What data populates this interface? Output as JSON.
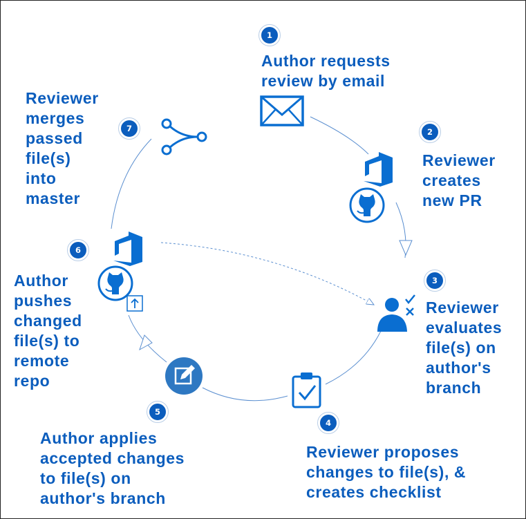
{
  "steps": [
    {
      "number": "1",
      "label": "Author requests\nreview by email",
      "icon": "envelope-icon"
    },
    {
      "number": "2",
      "label": "Reviewer\ncreates\nnew PR",
      "icon": "azure-devops-and-github-icons"
    },
    {
      "number": "3",
      "label": "Reviewer\nevaluates\nfile(s) on\nauthor's\nbranch",
      "icon": "reviewer-person-check-x-icon"
    },
    {
      "number": "4",
      "label": "Reviewer proposes\nchanges to file(s), &\ncreates checklist",
      "icon": "clipboard-check-icon"
    },
    {
      "number": "5",
      "label": "Author applies\naccepted changes\nto file(s) on\nauthor's branch",
      "icon": "edit-icon"
    },
    {
      "number": "6",
      "label": "Author\npushes\nchanged\nfile(s) to\nremote\nrepo",
      "icon": "azure-devops-github-push-icons"
    },
    {
      "number": "7",
      "label": "Reviewer\nmerges\npassed\nfile(s)\ninto\nmaster",
      "icon": "merge-branch-icon"
    }
  ],
  "colors": {
    "accent": "#0b5dbd",
    "icon_blue": "#0a6ed1",
    "badge_fill": "#0b5dbd",
    "connector": "#5b8fd0",
    "edit_circle": "#2e78c2"
  }
}
